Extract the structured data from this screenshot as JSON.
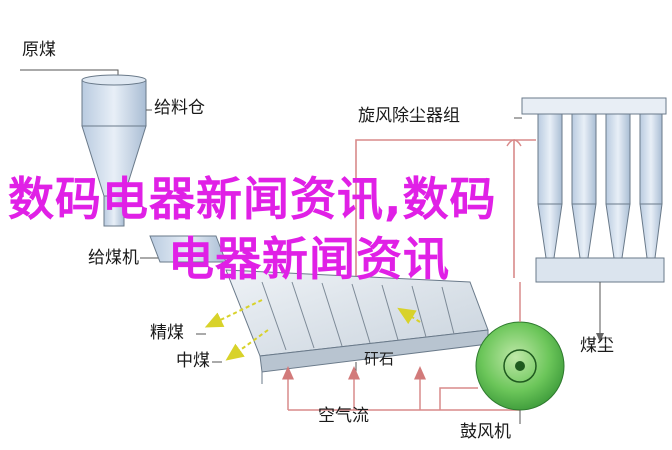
{
  "diagram": {
    "labels": {
      "raw_coal": "原煤",
      "feed_bin": "给料仓",
      "cyclone_dust_collector": "旋风除尘器组",
      "coal_feeder": "给煤机",
      "clean_coal": "精煤",
      "middlings": "中煤",
      "gangue": "矸石",
      "coal_dust": "煤尘",
      "air_flow": "空气流",
      "blower": "鼓风机"
    },
    "watermark": {
      "line1": "数码电器新闻资讯,数码",
      "line2": "电器新闻资讯"
    },
    "colors": {
      "line": "#d98a8a",
      "equipment_fill": "#d6e2ee",
      "equipment_stroke": "#6a7a8a",
      "blower_fill": "#4fb84a",
      "arrow_yellow": "#d8d22a",
      "watermark": "#e020e6"
    }
  }
}
